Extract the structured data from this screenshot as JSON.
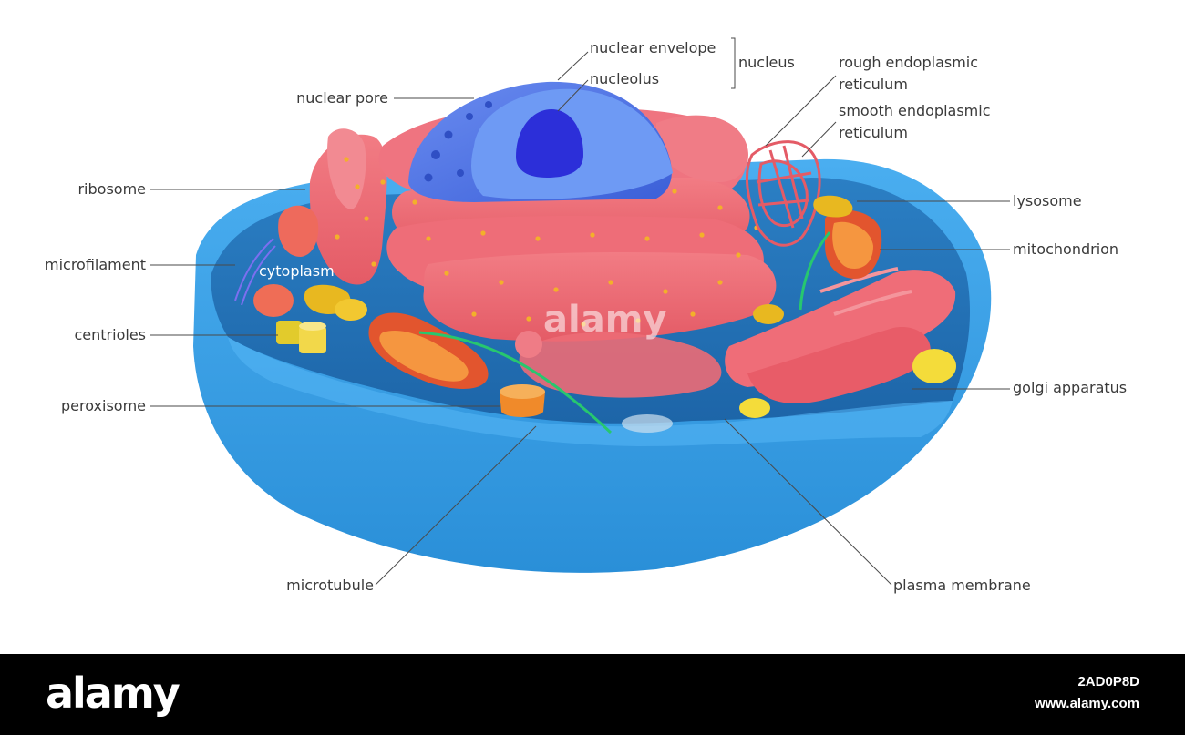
{
  "labels": {
    "nuclear_envelope": "nuclear envelope",
    "nucleolus": "nucleolus",
    "nucleus": "nucleus",
    "nuclear_pore": "nuclear pore",
    "rough_er": "rough endoplasmic reticulum",
    "smooth_er": "smooth endoplasmic reticulum",
    "ribosome": "ribosome",
    "lysosome": "lysosome",
    "microfilament": "microfilament",
    "cytoplasm": "cytoplasm",
    "mitochondrion": "mitochondrion",
    "centrioles": "centrioles",
    "peroxisome": "peroxisome",
    "golgi_apparatus": "golgi apparatus",
    "microtubule": "microtubule",
    "plasma_membrane": "plasma membrane"
  },
  "footer": {
    "logo": "alamy",
    "image_id": "2AD0P8D",
    "site": "www.alamy.com"
  },
  "colors": {
    "membrane": "#2f9ae0",
    "cytoplasm_fill": "#1f74b8",
    "nucleus": "#3a6fe0",
    "nucleolus": "#2a2bd8",
    "endoplasmic_reticulum": "#ee6f78",
    "mitochondrion": "#f08a2a",
    "lysosome": "#f2d23a",
    "microtubule": "#27c76f",
    "background": "#ffffff",
    "footer": "#000000"
  }
}
